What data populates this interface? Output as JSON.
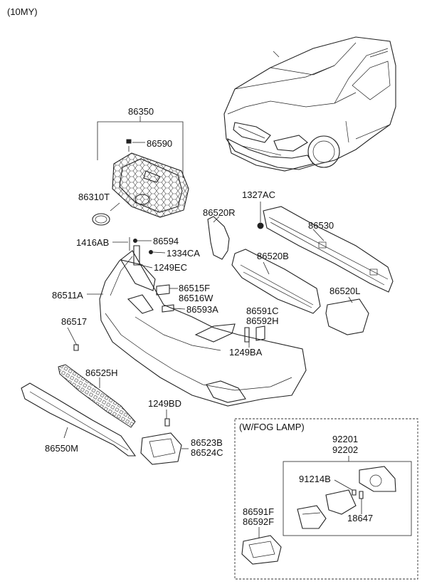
{
  "model_year": "(10MY)",
  "fog_lamp_box_title": "(W/FOG LAMP)",
  "parts": {
    "p86350": "86350",
    "p86590": "86590",
    "p86310T": "86310T",
    "p1327AC": "1327AC",
    "p86520R": "86520R",
    "p86530": "86530",
    "p1416AB": "1416AB",
    "p86594": "86594",
    "p1334CA": "1334CA",
    "p1249EC": "1249EC",
    "p86520B": "86520B",
    "p86511A": "86511A",
    "p86515F": "86515F",
    "p86516W": "86516W",
    "p86593A": "86593A",
    "p86520L": "86520L",
    "p86591C": "86591C",
    "p86592H": "86592H",
    "p86517": "86517",
    "p1249BA": "1249BA",
    "p86525H": "86525H",
    "p1249BD": "1249BD",
    "p86550M": "86550M",
    "p86523B": "86523B",
    "p86524C": "86524C",
    "p92201": "92201",
    "p92202": "92202",
    "p91214B": "91214B",
    "p18647": "18647",
    "p86591F": "86591F",
    "p86592F": "86592F"
  }
}
